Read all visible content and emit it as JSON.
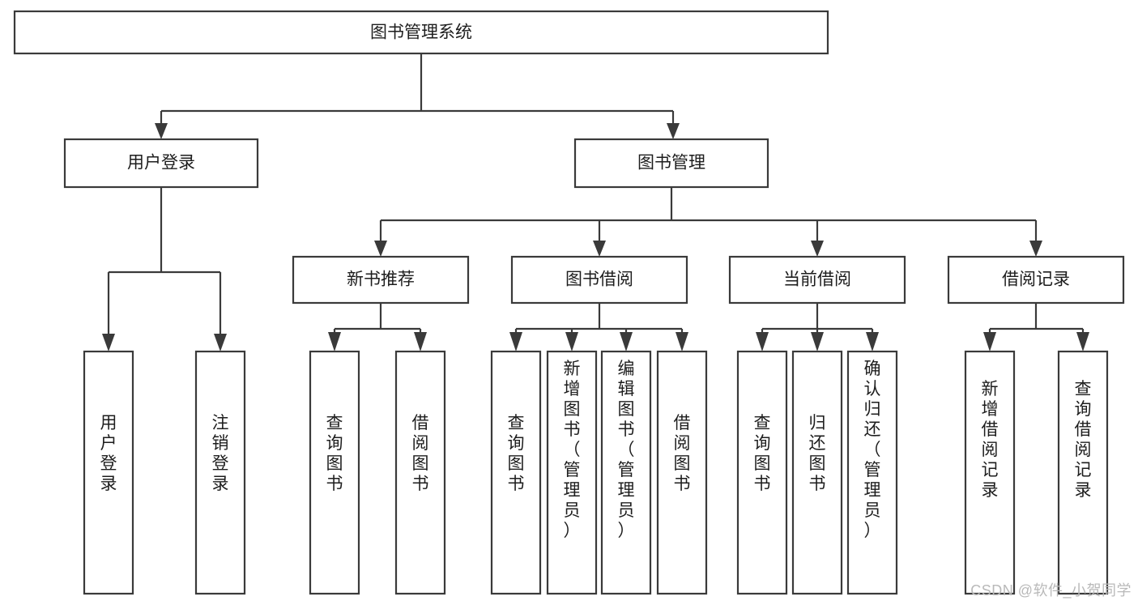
{
  "diagram": {
    "type": "tree",
    "title": "图书管理系统",
    "orientation": "top-down",
    "watermark": "CSDN @软件_小贺同学",
    "colors": {
      "box_stroke": "#3a3a3a",
      "box_fill": "#ffffff",
      "connector": "#3a3a3a",
      "text": "#1d1d1d",
      "background": "#ffffff",
      "watermark": "#b9b9b9"
    },
    "nodes": {
      "root": {
        "label": "图书管理系统"
      },
      "level2": [
        {
          "id": "user-login",
          "label": "用户登录"
        },
        {
          "id": "book-management",
          "label": "图书管理"
        }
      ],
      "level3": [
        {
          "id": "new-book-recommend",
          "label": "新书推荐"
        },
        {
          "id": "book-borrow",
          "label": "图书借阅"
        },
        {
          "id": "current-borrow",
          "label": "当前借阅"
        },
        {
          "id": "borrow-record",
          "label": "借阅记录"
        }
      ],
      "leaves": {
        "user-login": [
          {
            "id": "leaf-user-login",
            "label": "用户登录"
          },
          {
            "id": "leaf-logout",
            "label": "注销登录"
          }
        ],
        "new-book-recommend": [
          {
            "id": "leaf-query-book-1",
            "label": "查询图书"
          },
          {
            "id": "leaf-borrow-book-1",
            "label": "借阅图书"
          }
        ],
        "book-borrow": [
          {
            "id": "leaf-query-book-2",
            "label": "查询图书"
          },
          {
            "id": "leaf-add-book",
            "label": "新增图书（管理员）"
          },
          {
            "id": "leaf-edit-book",
            "label": "编辑图书（管理员）"
          },
          {
            "id": "leaf-borrow-book-2",
            "label": "借阅图书"
          }
        ],
        "current-borrow": [
          {
            "id": "leaf-query-book-3",
            "label": "查询图书"
          },
          {
            "id": "leaf-return-book",
            "label": "归还图书"
          },
          {
            "id": "leaf-confirm-return",
            "label": "确认归还（管理员）"
          }
        ],
        "borrow-record": [
          {
            "id": "leaf-add-record",
            "label": "新增借阅记录"
          },
          {
            "id": "leaf-query-record",
            "label": "查询借阅记录"
          }
        ]
      }
    }
  }
}
